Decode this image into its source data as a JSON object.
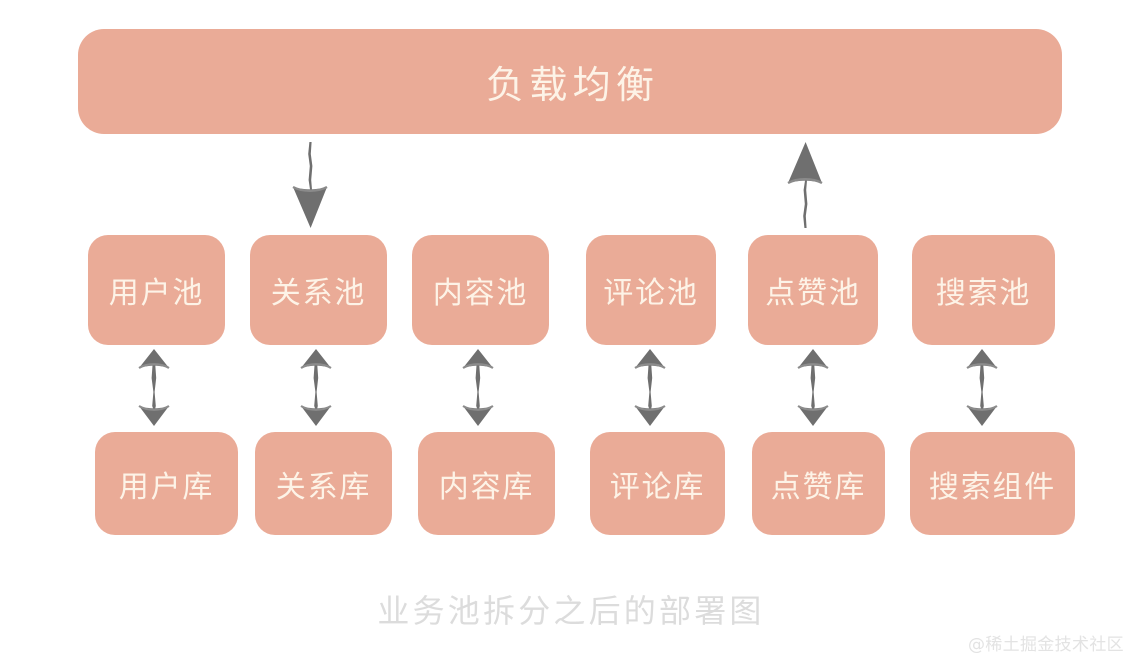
{
  "diagram": {
    "type": "deployment-architecture",
    "background_color": "#ffffff",
    "box_color": "#eaab97",
    "box_text_color": "#fdf3e7",
    "arrow_color": "#6f6f6f",
    "caption_color": "#dcdcdc",
    "load_balancer": {
      "label": "负载均衡"
    },
    "pool_row": {
      "items": [
        {
          "label": "用户池"
        },
        {
          "label": "关系池"
        },
        {
          "label": "内容池"
        },
        {
          "label": "评论池"
        },
        {
          "label": "点赞池"
        },
        {
          "label": "搜索池"
        }
      ]
    },
    "store_row": {
      "items": [
        {
          "label": "用户库"
        },
        {
          "label": "关系库"
        },
        {
          "label": "内容库"
        },
        {
          "label": "评论库"
        },
        {
          "label": "点赞库"
        },
        {
          "label": "搜索组件"
        }
      ]
    },
    "arrows": {
      "load_balancer_down": {
        "direction": "down",
        "from": "负载均衡",
        "to": "用户池"
      },
      "load_balancer_up": {
        "direction": "up",
        "from": "点赞池",
        "to": "负载均衡"
      },
      "pool_store_links": [
        {
          "direction": "bidirectional",
          "from": "用户池",
          "to": "用户库"
        },
        {
          "direction": "bidirectional",
          "from": "关系池",
          "to": "关系库"
        },
        {
          "direction": "bidirectional",
          "from": "内容池",
          "to": "内容库"
        },
        {
          "direction": "bidirectional",
          "from": "评论池",
          "to": "评论库"
        },
        {
          "direction": "bidirectional",
          "from": "点赞池",
          "to": "点赞库"
        },
        {
          "direction": "bidirectional",
          "from": "搜索池",
          "to": "搜索组件"
        }
      ]
    },
    "caption": "业务池拆分之后的部署图",
    "watermark": "@稀土掘金技术社区"
  }
}
